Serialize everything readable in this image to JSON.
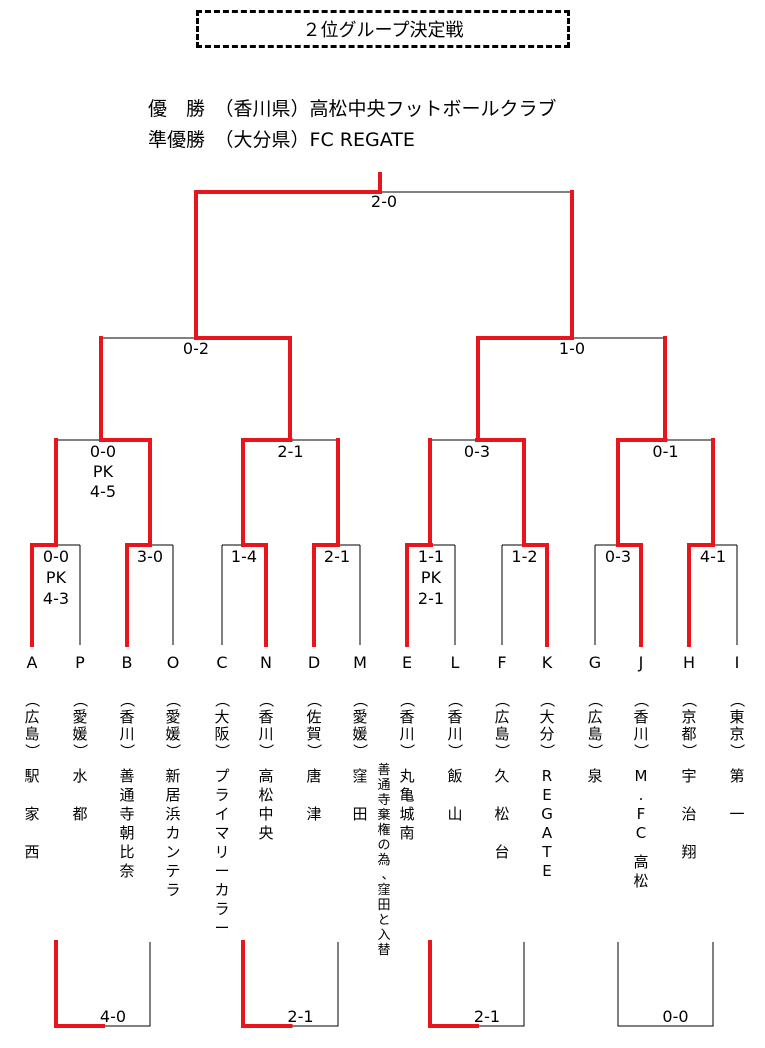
{
  "title": "２位グループ決定戦",
  "results": [
    {
      "label": "優　勝",
      "pref": "（香川県）",
      "team": "高松中央フットボールクラブ"
    },
    {
      "label": "準優勝",
      "pref": "（大分県）",
      "team": "FC REGATE"
    }
  ],
  "colors": {
    "winner_path": "#e8161c",
    "line": "#000000"
  },
  "final_score": "2-0",
  "semi_scores": [
    "0-2",
    "1-0"
  ],
  "quarter_scores": [
    {
      "score": "0-0",
      "pk_label": "PK",
      "pk": "4-5"
    },
    {
      "score": "2-1"
    },
    {
      "score": "0-3"
    },
    {
      "score": "0-1"
    }
  ],
  "first_round_scores": [
    {
      "score": "0-0",
      "pk_label": "PK",
      "pk": "4-3"
    },
    {
      "score": "3-0"
    },
    {
      "score": "1-4"
    },
    {
      "score": "2-1"
    },
    {
      "score": "1-1",
      "pk_label": "PK",
      "pk": "2-1"
    },
    {
      "score": "1-2"
    },
    {
      "score": "0-3"
    },
    {
      "score": "4-1"
    }
  ],
  "teams": [
    {
      "letter": "A",
      "pref": "（広島）",
      "name": "駅家西",
      "spaced": true
    },
    {
      "letter": "P",
      "pref": "（愛媛）",
      "name": "水都",
      "spaced": true
    },
    {
      "letter": "B",
      "pref": "（香川）",
      "name": "善通寺朝比奈"
    },
    {
      "letter": "O",
      "pref": "（愛媛）",
      "name": "新居浜カンテラ"
    },
    {
      "letter": "C",
      "pref": "（大阪）",
      "name": "プライマリーカラー"
    },
    {
      "letter": "N",
      "pref": "（香川）",
      "name": "高松中央"
    },
    {
      "letter": "D",
      "pref": "（佐賀）",
      "name": "唐津",
      "spaced": true
    },
    {
      "letter": "M",
      "pref": "（愛媛）",
      "name": "窪田",
      "spaced": true
    },
    {
      "letter": "E",
      "pref": "（香川）",
      "name": "丸亀城南"
    },
    {
      "letter": "L",
      "pref": "（香川）",
      "name": "飯山",
      "spaced": true
    },
    {
      "letter": "F",
      "pref": "（広島）",
      "name": "久松台",
      "spaced": true
    },
    {
      "letter": "K",
      "pref": "（大分）",
      "name": "REGATE"
    },
    {
      "letter": "G",
      "pref": "（広島）",
      "name": "泉"
    },
    {
      "letter": "J",
      "pref": "（香川）",
      "name": "M.FC 高松"
    },
    {
      "letter": "H",
      "pref": "（京都）",
      "name": "宇治翔",
      "spaced": true
    },
    {
      "letter": "I",
      "pref": "（東京）",
      "name": "第一",
      "spaced": true
    }
  ],
  "note": "善通寺棄権の為、窪田と入替",
  "placement_scores": [
    "4-0",
    "2-1",
    "2-1",
    "0-0"
  ]
}
